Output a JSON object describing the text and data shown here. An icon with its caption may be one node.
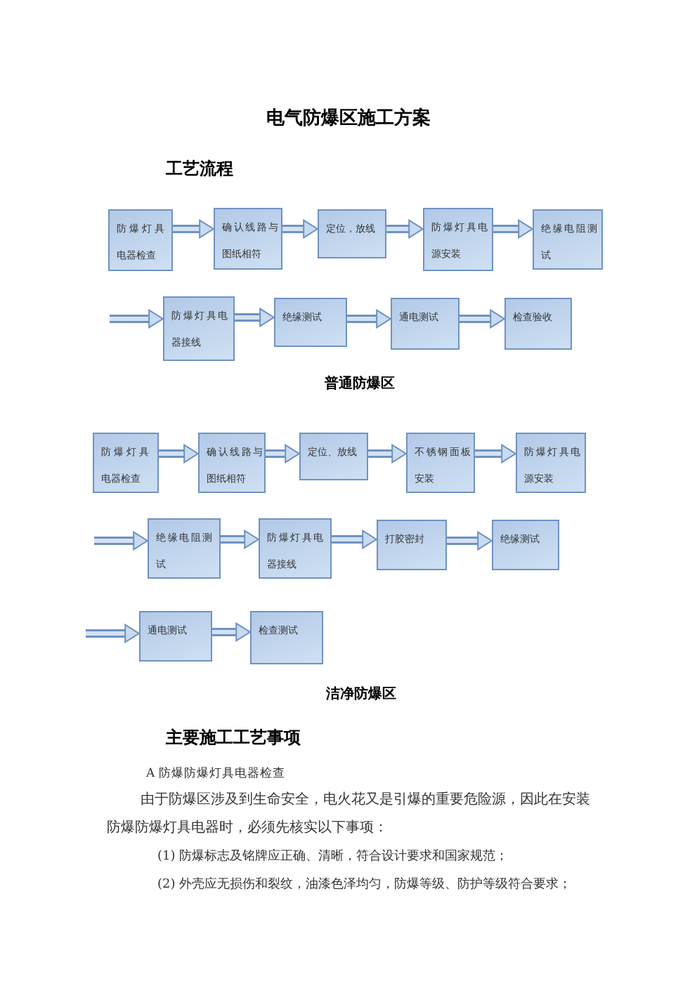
{
  "diagram": {
    "title": "电气防爆区施工方案",
    "nodes": [
      {
        "text": [
          "防爆灯具电器检查"
        ]
      },
      {
        "text": [
          "确认线路与图纸相符"
        ]
      },
      {
        "text": [
          "定位，放线"
        ]
      },
      {
        "text": [
          "防爆灯具电源安装"
        ]
      },
      {
        "text": [
          "绝缘电阻测试"
        ]
      },
      {
        "text": [
          "防爆灯具电器接线"
        ]
      },
      {
        "text": [
          "绝缘测试"
        ]
      },
      {
        "text": [
          "通电测试"
        ]
      },
      {
        "text": [
          "检查验收"
        ]
      },
      {
        "text": [
          "防爆灯具电器检查"
        ]
      },
      {
        "text": [
          "确认线路与图纸相符"
        ]
      },
      {
        "text": [
          "定位、放线"
        ]
      },
      {
        "text": [
          "不锈钢面板安装"
        ]
      },
      {
        "text": [
          "防爆灯具电源安装"
        ]
      },
      {
        "text": [
          "绝缘电阻测试"
        ]
      },
      {
        "text": [
          "防爆灯具电器接线"
        ]
      },
      {
        "text": [
          "打胶密封"
        ]
      },
      {
        "text": [
          "绝缘测试"
        ]
      },
      {
        "text": [
          "通电测试"
        ]
      },
      {
        "text": [
          "检查测试"
        ]
      }
    ],
    "edges": [
      {
        "from": 0,
        "to": 1,
        "arrow": "to"
      },
      {
        "from": 1,
        "to": 2,
        "arrow": "to"
      },
      {
        "from": 2,
        "to": 3,
        "arrow": "to"
      },
      {
        "from": 3,
        "to": 4,
        "arrow": "to"
      },
      {
        "from": null,
        "to": 5,
        "arrow": "to"
      },
      {
        "from": 5,
        "to": 6,
        "arrow": "to"
      },
      {
        "from": 6,
        "to": 7,
        "arrow": "to"
      },
      {
        "from": 7,
        "to": 8,
        "arrow": "to"
      },
      {
        "from": 9,
        "to": 10,
        "arrow": "to"
      },
      {
        "from": 10,
        "to": 11,
        "arrow": "to"
      },
      {
        "from": 11,
        "to": 12,
        "arrow": "to"
      },
      {
        "from": 12,
        "to": 13,
        "arrow": "to"
      },
      {
        "from": null,
        "to": 14,
        "arrow": "to"
      },
      {
        "from": 14,
        "to": 15,
        "arrow": "to"
      },
      {
        "from": 15,
        "to": 16,
        "arrow": "to"
      },
      {
        "from": 16,
        "to": 17,
        "arrow": "to"
      },
      {
        "from": null,
        "to": 18,
        "arrow": "to"
      },
      {
        "from": 18,
        "to": 19,
        "arrow": "to"
      }
    ],
    "labels": [
      "工艺流程",
      "普通防爆区",
      "洁净防爆区",
      "主要施工工艺事项",
      "A 防爆防爆灯具电器检查",
      "由于防爆区涉及到生命安全，电火花又是引爆的重要危险源，因此在安装防爆防爆灯具电器时，必须先核实以下事项：",
      "(1) 防爆标志及铭牌应正确、清晰，符合设计要求和国家规范；",
      "(2) 外壳应无损伤和裂纹，油漆色泽均匀，防爆等级、防护等级符合要求；"
    ]
  }
}
